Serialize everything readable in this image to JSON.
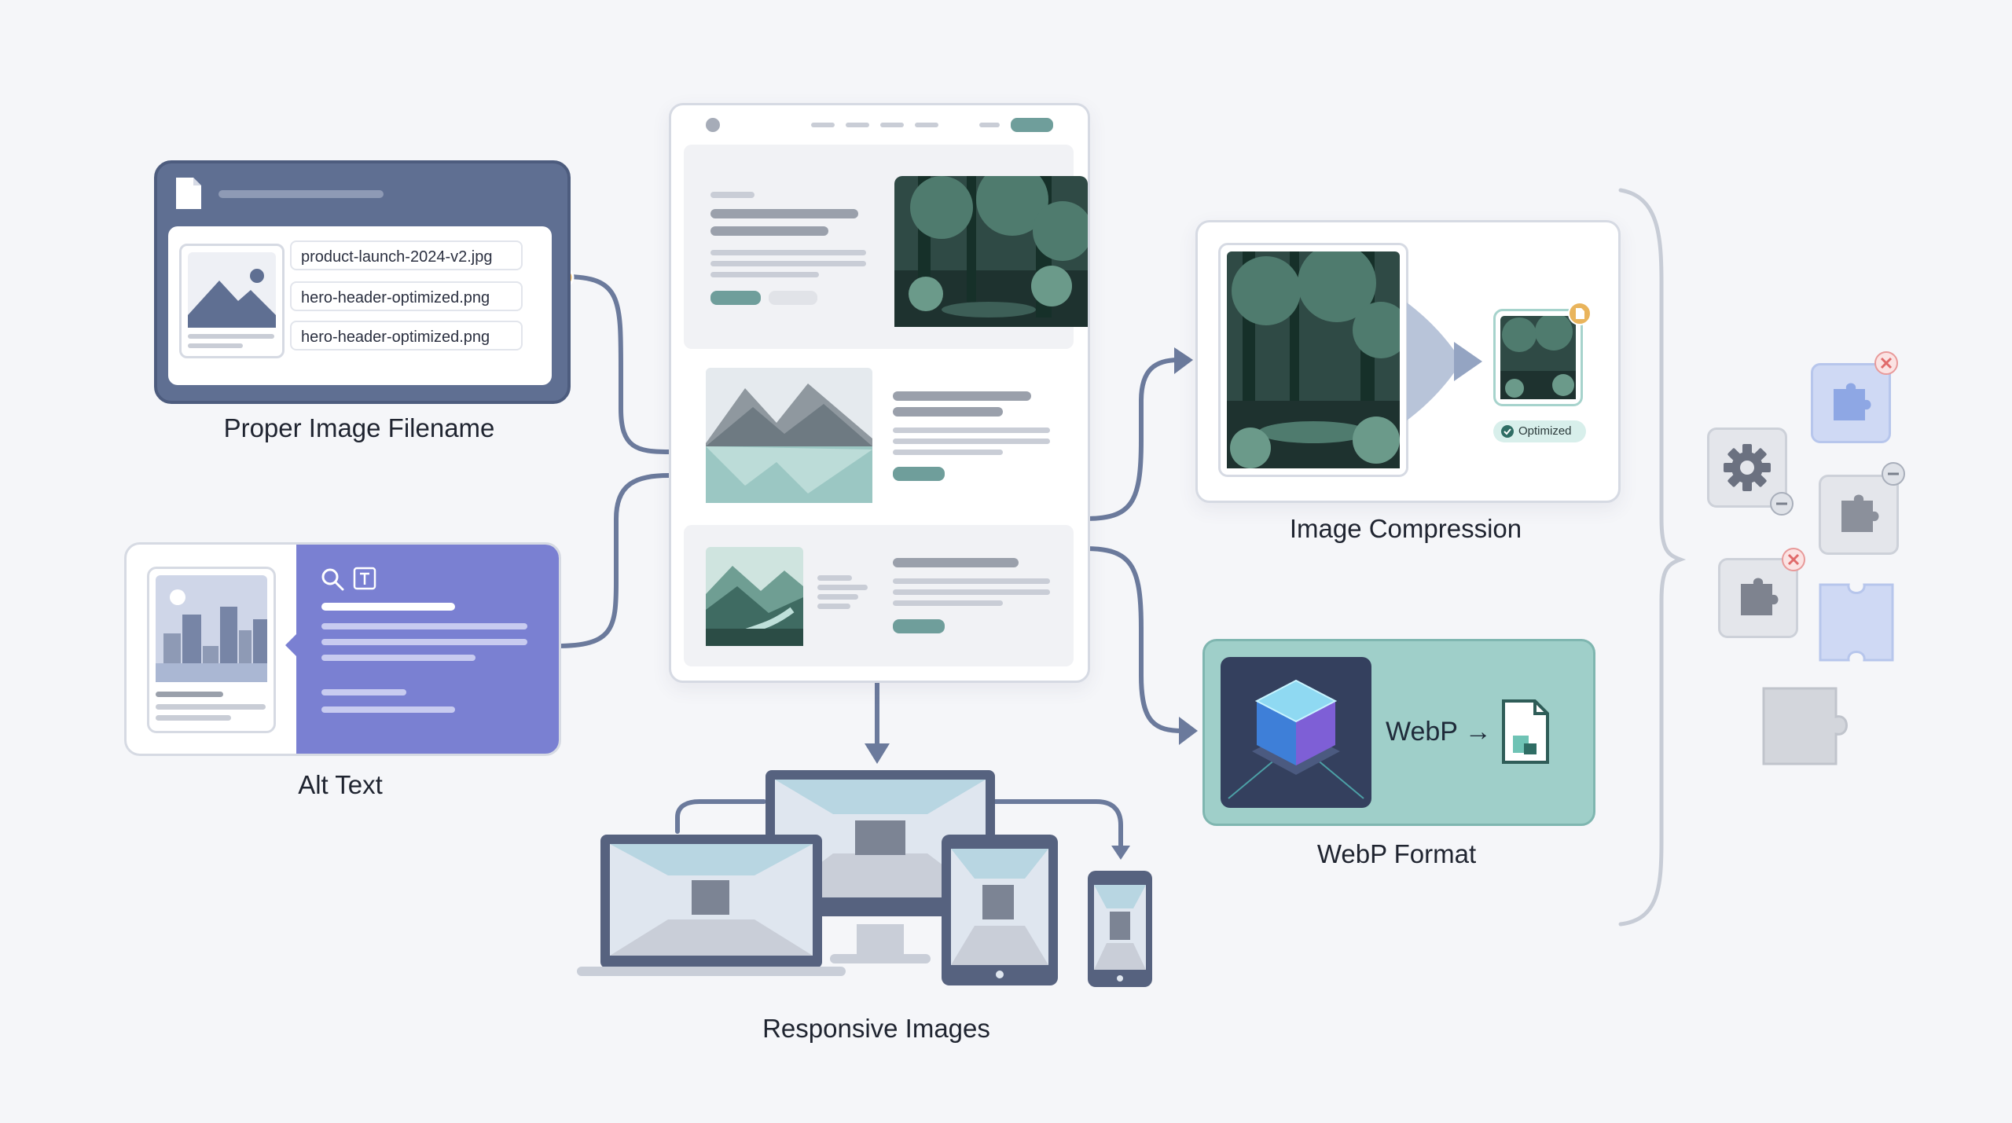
{
  "filename_card": {
    "filenames": [
      "product-launch-2024-v2.jpg",
      "hero-header-optimized.png",
      "hero-header-optimized.png"
    ],
    "caption": "Proper Image Filename"
  },
  "alt_text_card": {
    "caption": "Alt Text"
  },
  "compression_card": {
    "badge": "Optimized",
    "caption": "Image Compression"
  },
  "webp_card": {
    "label": "WebP →",
    "caption": "WebP Format"
  },
  "responsive": {
    "caption": "Responsive Images"
  },
  "colors": {
    "slate": "#5f6f92",
    "purple": "#7a80d2",
    "teal": "#9fcfc9",
    "connector": "#6b7a9c",
    "orange": "#e9b45c",
    "red": "#e06b6b"
  }
}
